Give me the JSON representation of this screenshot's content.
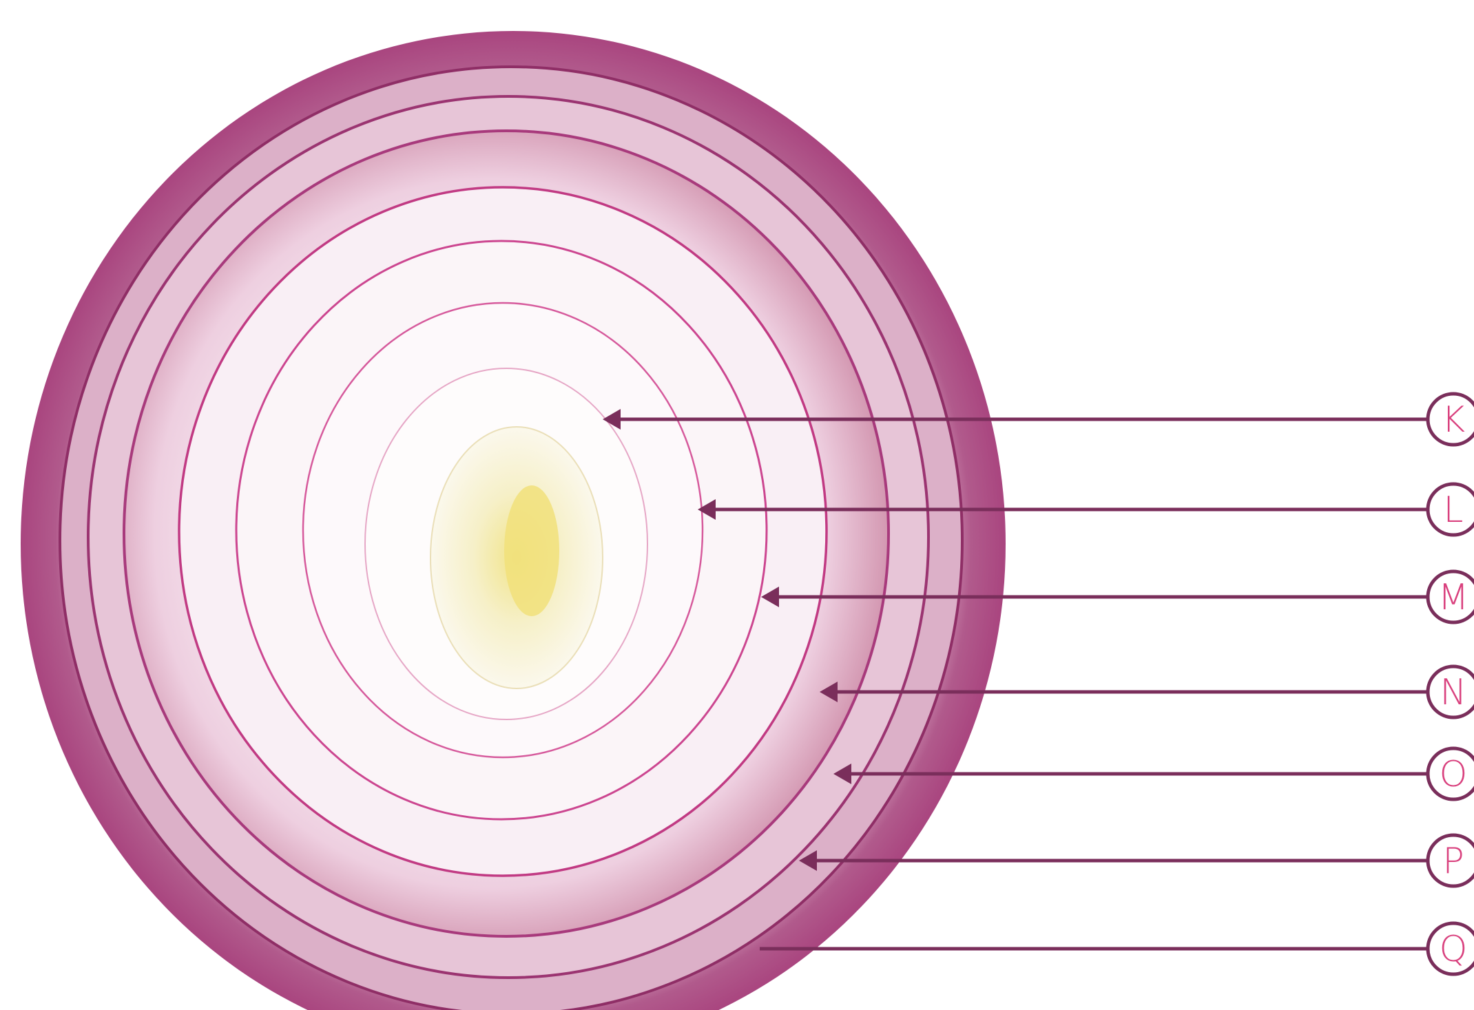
{
  "colors": {
    "accent": "#7a2e5b",
    "label_text": "#d9417e",
    "onion_skin": "#a4447e",
    "onion_flesh": "#f7eef3",
    "onion_core": "#f4f0c4",
    "ring_line": "#c2387f"
  },
  "labels": [
    {
      "letter": "K"
    },
    {
      "letter": "L"
    },
    {
      "letter": "M"
    },
    {
      "letter": "N"
    },
    {
      "letter": "O"
    },
    {
      "letter": "P"
    },
    {
      "letter": "Q"
    }
  ]
}
